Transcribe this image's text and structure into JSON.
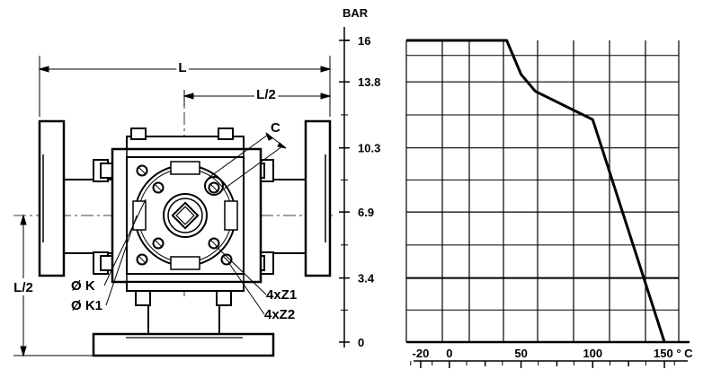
{
  "drawing": {
    "labels": {
      "length": "L",
      "half_length_top": "L/2",
      "half_length_side": "L/2",
      "clearance": "C",
      "dia_k": "Ø K",
      "dia_k1": "Ø K1",
      "bolts_z1": "4xZ1",
      "bolts_z2": "4xZ2"
    }
  },
  "chart_data": {
    "type": "line",
    "ylabel": "BAR",
    "xlabel": "° C",
    "y_ticks": [
      0,
      3.4,
      6.9,
      10.3,
      13.8,
      16
    ],
    "y_tick_labels": [
      "0",
      "3.4",
      "6.9",
      "10.3",
      "13.8",
      "16"
    ],
    "x_ticks": [
      -20,
      0,
      50,
      100,
      150
    ],
    "x_tick_labels": [
      "-20",
      "0",
      "50",
      "100",
      "150"
    ],
    "x_last_label": "150° C",
    "xlim": [
      -30,
      160
    ],
    "ylim": [
      0,
      16
    ],
    "series": [
      {
        "x": [
          -30,
          40,
          50,
          60,
          100,
          150
        ],
        "y": [
          16,
          16,
          14.2,
          13.3,
          11.8,
          0
        ]
      }
    ]
  }
}
